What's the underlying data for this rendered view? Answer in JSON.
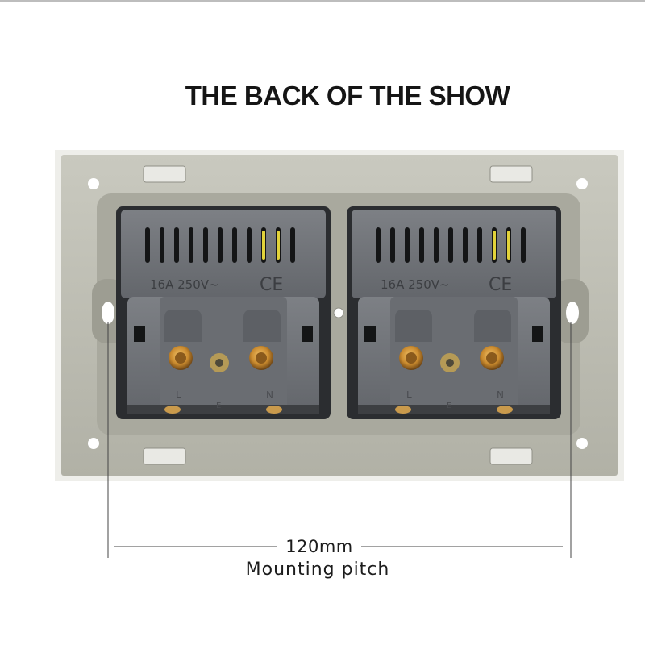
{
  "header": {
    "title": "THE BACK OF THE SHOW"
  },
  "dimension": {
    "value": "120mm",
    "label": "Mounting pitch"
  },
  "modules": [
    {
      "rating": "16A 250V~",
      "mark": "CE",
      "terminal_live": "L",
      "terminal_earth": "E",
      "terminal_neutral": "N"
    },
    {
      "rating": "16A 250V~",
      "mark": "CE",
      "terminal_live": "L",
      "terminal_earth": "E",
      "terminal_neutral": "N"
    }
  ],
  "colors": {
    "frame": "#b8b8ac",
    "module": "#6f7277",
    "brass": "#c98a2e",
    "background": "#ffffff"
  }
}
